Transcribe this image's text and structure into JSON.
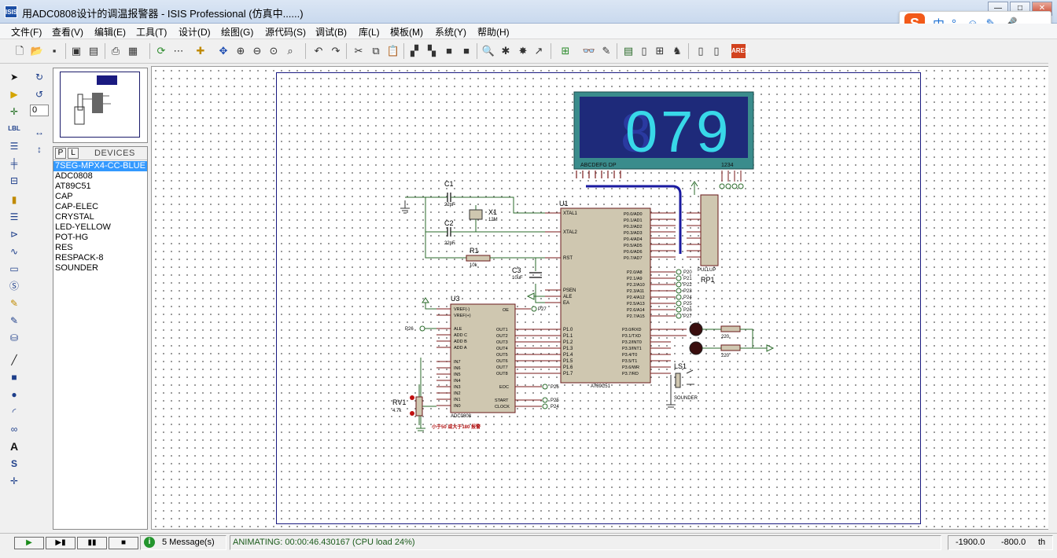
{
  "window": {
    "title": "用ADC0808设计的调温报警器 - ISIS Professional (仿真中......)",
    "icon_label": "ISIS"
  },
  "ime": {
    "logo": "S",
    "items": [
      "中",
      "°,",
      "☺",
      "✎",
      "🎤"
    ]
  },
  "menu": [
    "文件(F)",
    "查看(V)",
    "编辑(E)",
    "工具(T)",
    "设计(D)",
    "绘图(G)",
    "源代码(S)",
    "调试(B)",
    "库(L)",
    "模板(M)",
    "系统(Y)",
    "帮助(H)"
  ],
  "rotation_value": "0",
  "device_panel": {
    "p_label": "P",
    "l_label": "L",
    "title": "DEVICES",
    "items": [
      "7SEG-MPX4-CC-BLUE",
      "ADC0808",
      "AT89C51",
      "CAP",
      "CAP-ELEC",
      "CRYSTAL",
      "LED-YELLOW",
      "POT-HG",
      "RES",
      "RESPACK-8",
      "SOUNDER"
    ],
    "selected_index": 0
  },
  "schematic": {
    "display_value": "079",
    "display_pins": "ABCDEFG  DP",
    "display_digits": "1234",
    "c1": "C1",
    "c1_val": "22pF",
    "c2": "C2",
    "c2_val": "22pF",
    "x1": "X1",
    "x1_val": "12M",
    "r1": "R1",
    "r1_val": "10k",
    "c3": "C3",
    "c3_val": "10uF",
    "u1": "U1",
    "u1_part": "AT89C51",
    "u3": "U3",
    "u3_part": "ADC0808",
    "rp1": "RP1",
    "rp1_part": "PULLUP",
    "rv1": "RV1",
    "rv1_val": "4.7k",
    "ls1": "LS1",
    "ls1_part": "SOUNDER",
    "r_led1": "220",
    "r_led2": "220",
    "note": "小于50 或大于180 报警",
    "u1_left_pins": [
      "XTAL1",
      "XTAL2",
      "RST",
      "PSEN",
      "ALE",
      "EA",
      "P1.0",
      "P1.1",
      "P1.2",
      "P1.3",
      "P1.4",
      "P1.5",
      "P1.6",
      "P1.7"
    ],
    "u1_right_p0": [
      "P0.0/AD0",
      "P0.1/AD1",
      "P0.2/AD2",
      "P0.3/AD3",
      "P0.4/AD4",
      "P0.5/AD5",
      "P0.6/AD6",
      "P0.7/AD7"
    ],
    "u1_right_p2": [
      "P2.0/A8",
      "P2.1/A9",
      "P2.2/A10",
      "P2.3/A11",
      "P2.4/A12",
      "P2.5/A13",
      "P2.6/A14",
      "P2.7/A15"
    ],
    "u1_right_p3": [
      "P3.0/RXD",
      "P3.1/TXD",
      "P3.2/INT0",
      "P3.3/INT1",
      "P3.4/T0",
      "P3.5/T1",
      "P3.6/WR",
      "P3.7/RD"
    ],
    "p2_nets": [
      "P20",
      "P21",
      "P22",
      "P23",
      "P24",
      "P25",
      "P26",
      "P27"
    ],
    "u3_left": [
      "VREF(+)",
      "VREF(-)",
      "ALE",
      "ADD C",
      "ADD B",
      "ADD A",
      "IN7",
      "IN6",
      "IN5",
      "IN4",
      "IN3",
      "IN2",
      "IN1",
      "IN0"
    ],
    "u3_right": [
      "OE",
      "OUT1",
      "OUT2",
      "OUT3",
      "OUT4",
      "OUT5",
      "OUT6",
      "OUT7",
      "OUT8",
      "EOC",
      "START",
      "CLOCK"
    ],
    "net_oe": "P27",
    "net_eoc": "P26",
    "net_start": "P25",
    "net_clock": "P24",
    "net_ale": "P26"
  },
  "status": {
    "message_count": "5 Message(s)",
    "animation": "ANIMATING: 00:00:46.430167 (CPU load 24%)",
    "coord_x": "-1900.0",
    "coord_y": "-800.0",
    "coord_unit": "th"
  }
}
